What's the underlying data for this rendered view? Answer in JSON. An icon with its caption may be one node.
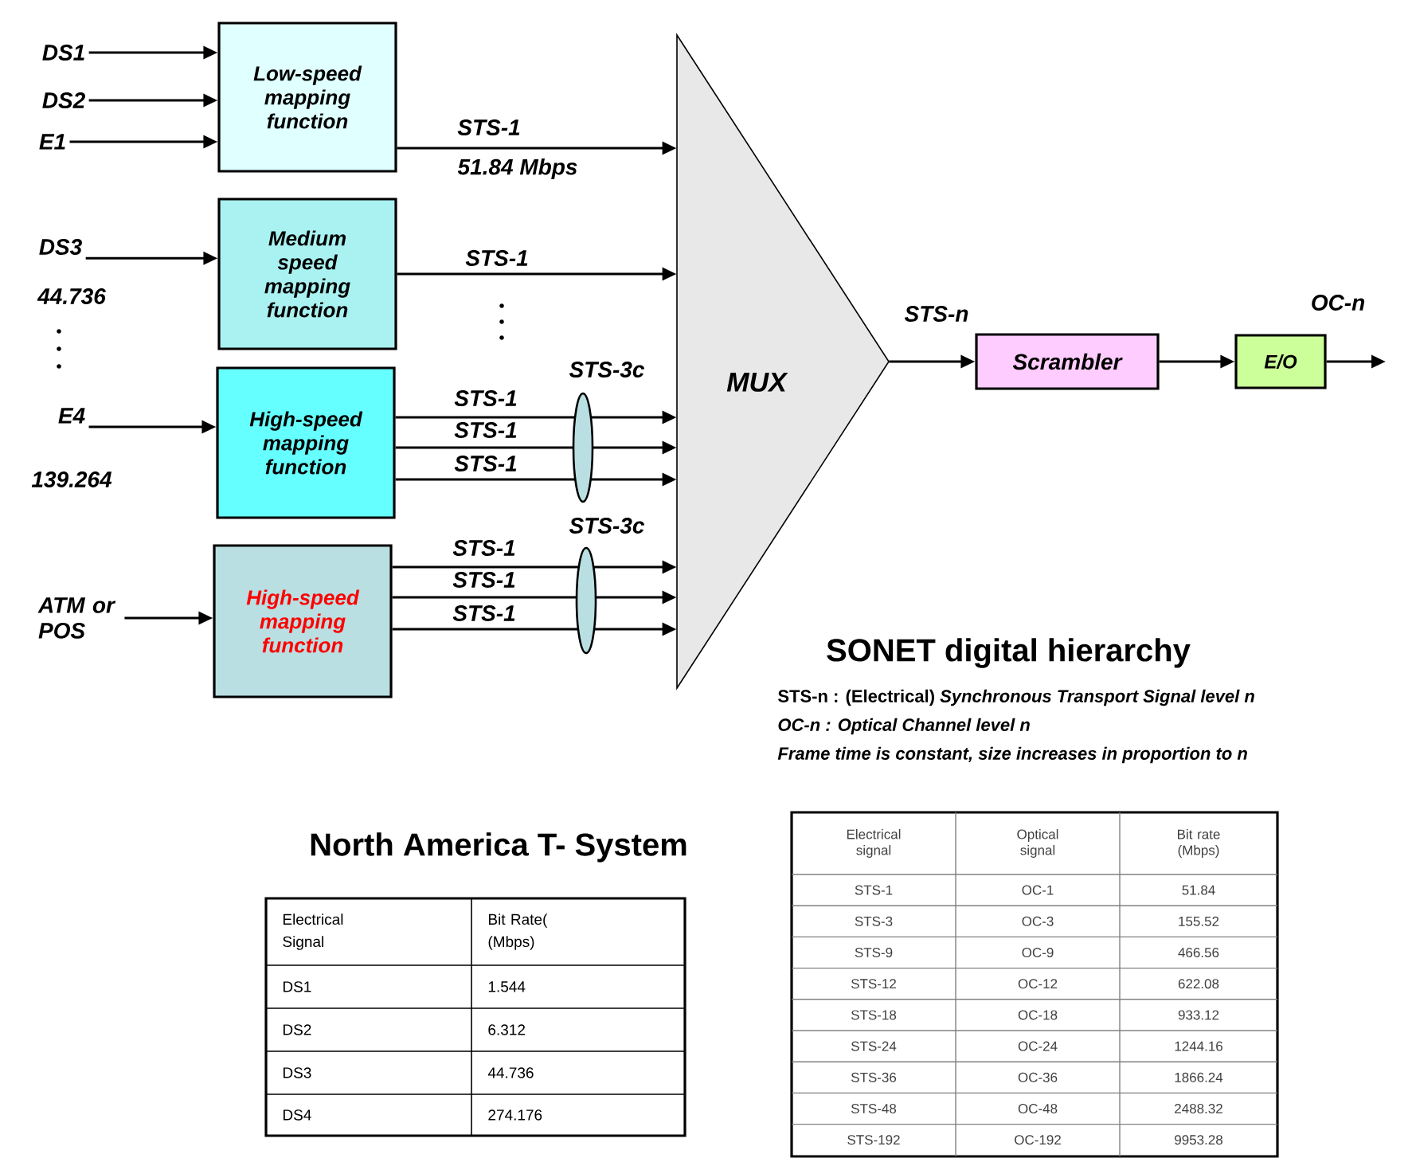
{
  "diagram": {
    "nodes": [
      {
        "text": [
          "DS1"
        ]
      },
      {
        "text": [
          "DS2"
        ]
      },
      {
        "text": [
          "E1"
        ]
      },
      {
        "text": [
          "Low-speed mapping function"
        ]
      },
      {
        "text": [
          "DS3"
        ],
        "beside": [
          "44.736"
        ]
      },
      {
        "text": [
          "Medium speed mapping function"
        ]
      },
      {
        "text": [
          "E4"
        ],
        "beside": [
          "139.264"
        ]
      },
      {
        "text": [
          "High-speed mapping function"
        ]
      },
      {
        "text": [
          "ATM or POS"
        ]
      },
      {
        "text": [
          "High-speed mapping function"
        ]
      },
      {
        "text": [
          "MUX"
        ]
      },
      {
        "text": [
          "Scrambler"
        ]
      },
      {
        "text": [
          "E/O"
        ]
      }
    ],
    "edges": [
      {
        "from": 0,
        "to": 3,
        "arrow": "to"
      },
      {
        "from": 1,
        "to": 3,
        "arrow": "to"
      },
      {
        "from": 2,
        "to": 3,
        "arrow": "to"
      },
      {
        "from": 3,
        "to": 10,
        "arrow": "to",
        "label": "STS-1"
      },
      {
        "from": 4,
        "to": 5,
        "arrow": "to"
      },
      {
        "from": 5,
        "to": 10,
        "arrow": "to",
        "label": "STS-1"
      },
      {
        "from": 6,
        "to": 7,
        "arrow": "to"
      },
      {
        "from": 7,
        "to": 10,
        "arrow": "to",
        "label": "STS-1"
      },
      {
        "from": 7,
        "to": 10,
        "arrow": "to",
        "label": "STS-1"
      },
      {
        "from": 7,
        "to": 10,
        "arrow": "to",
        "label": "STS-1"
      },
      {
        "from": 8,
        "to": 9,
        "arrow": "to"
      },
      {
        "from": 9,
        "to": 10,
        "arrow": "to",
        "label": "STS-1"
      },
      {
        "from": 9,
        "to": 10,
        "arrow": "to",
        "label": "STS-1"
      },
      {
        "from": 9,
        "to": 10,
        "arrow": "to",
        "label": "STS-1"
      },
      {
        "from": 10,
        "to": 11,
        "arrow": "to",
        "label": "STS-n"
      },
      {
        "from": 11,
        "to": 12,
        "arrow": "to"
      },
      {
        "from": 12,
        "to": null,
        "arrow": "to",
        "label": "OC-n"
      }
    ],
    "labels": [
      "51.84 Mbps",
      "STS-3c",
      "STS-3c",
      "SONET digital hierarchy",
      "STS-n : (Electrical) *Synchronous Transport Signal level n*",
      "OC-n : Optical Channel level n",
      "Frame time is constant, size increases in proportion to n",
      "North America T- System",
      "Electrical Signal",
      "Bit Rate( (Mbps)",
      "DS1",
      "1.544",
      "DS2",
      "6.312",
      "DS3",
      "44.736",
      "DS4",
      "274.176",
      "Electrical signal",
      "Optical signal",
      "Bit rate (Mbps)",
      "STS-1",
      "OC-1",
      "51.84",
      "STS-3",
      "OC-3",
      "155.52",
      "STS-9",
      "OC-9",
      "466.56",
      "STS-12",
      "OC-12",
      "622.08",
      "STS-18",
      "OC-18",
      "933.12",
      "STS-24",
      "OC-24",
      "1244.16",
      "STS-36",
      "OC-36",
      "1866.24",
      "STS-48",
      "OC-48",
      "2488.32",
      "STS-192",
      "OC-192",
      "9953.28"
    ]
  }
}
